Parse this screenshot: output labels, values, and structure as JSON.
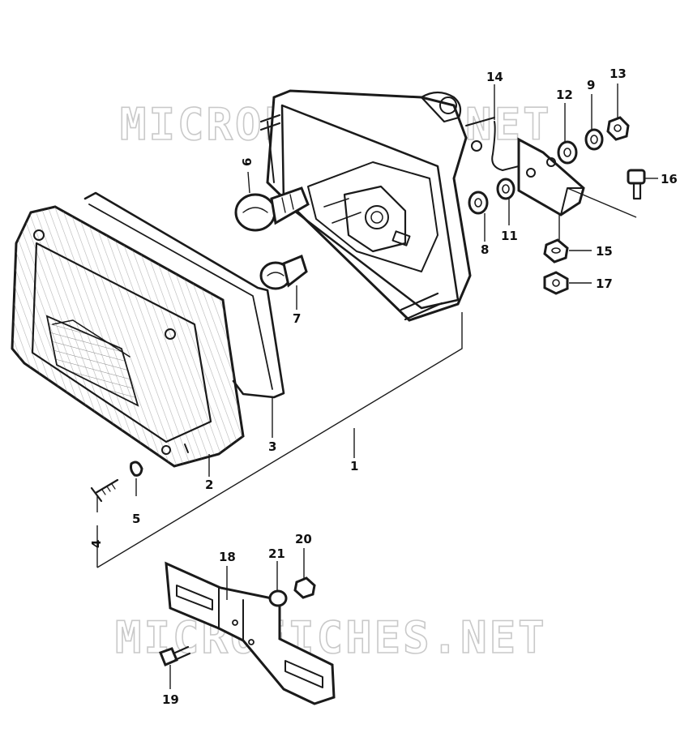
{
  "watermark": "MICROFICHES.NET",
  "callouts": {
    "c1": "1",
    "c2": "2",
    "c3": "3",
    "c4": "4",
    "c5": "5",
    "c6": "6",
    "c7": "7",
    "c8": "8",
    "c9": "9",
    "c11": "11",
    "c12": "12",
    "c13": "13",
    "c14": "14",
    "c15": "15",
    "c16": "16",
    "c17": "17",
    "c18": "18",
    "c19": "19",
    "c20": "20",
    "c21": "21"
  }
}
